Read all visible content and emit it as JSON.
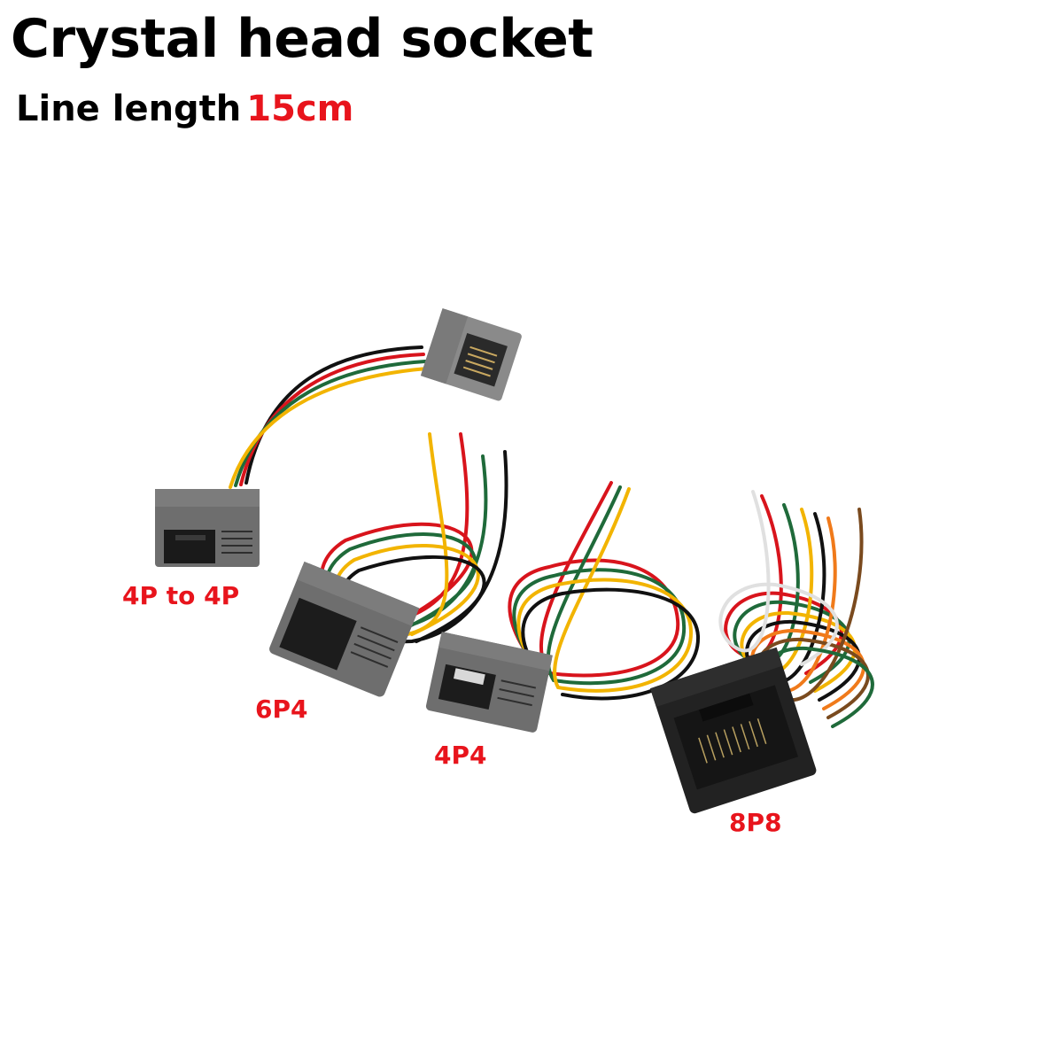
{
  "header": {
    "title": "Crystal head socket",
    "subtitle_prefix": "Line length",
    "subtitle_value": "15cm"
  },
  "labels": {
    "p4_to_p4": "4P to 4P",
    "p6p4": "6P4",
    "p4p4": "4P4",
    "p8p8": "8P8"
  },
  "colors": {
    "accent": "#e8141c",
    "socket_gray": "#6e6e6e",
    "socket_black": "#222222",
    "wire_red": "#d8141c",
    "wire_green": "#1f6a3a",
    "wire_yellow": "#f2b400",
    "wire_black": "#111111",
    "wire_orange": "#f07a1a",
    "wire_brown": "#7a4a1e"
  }
}
